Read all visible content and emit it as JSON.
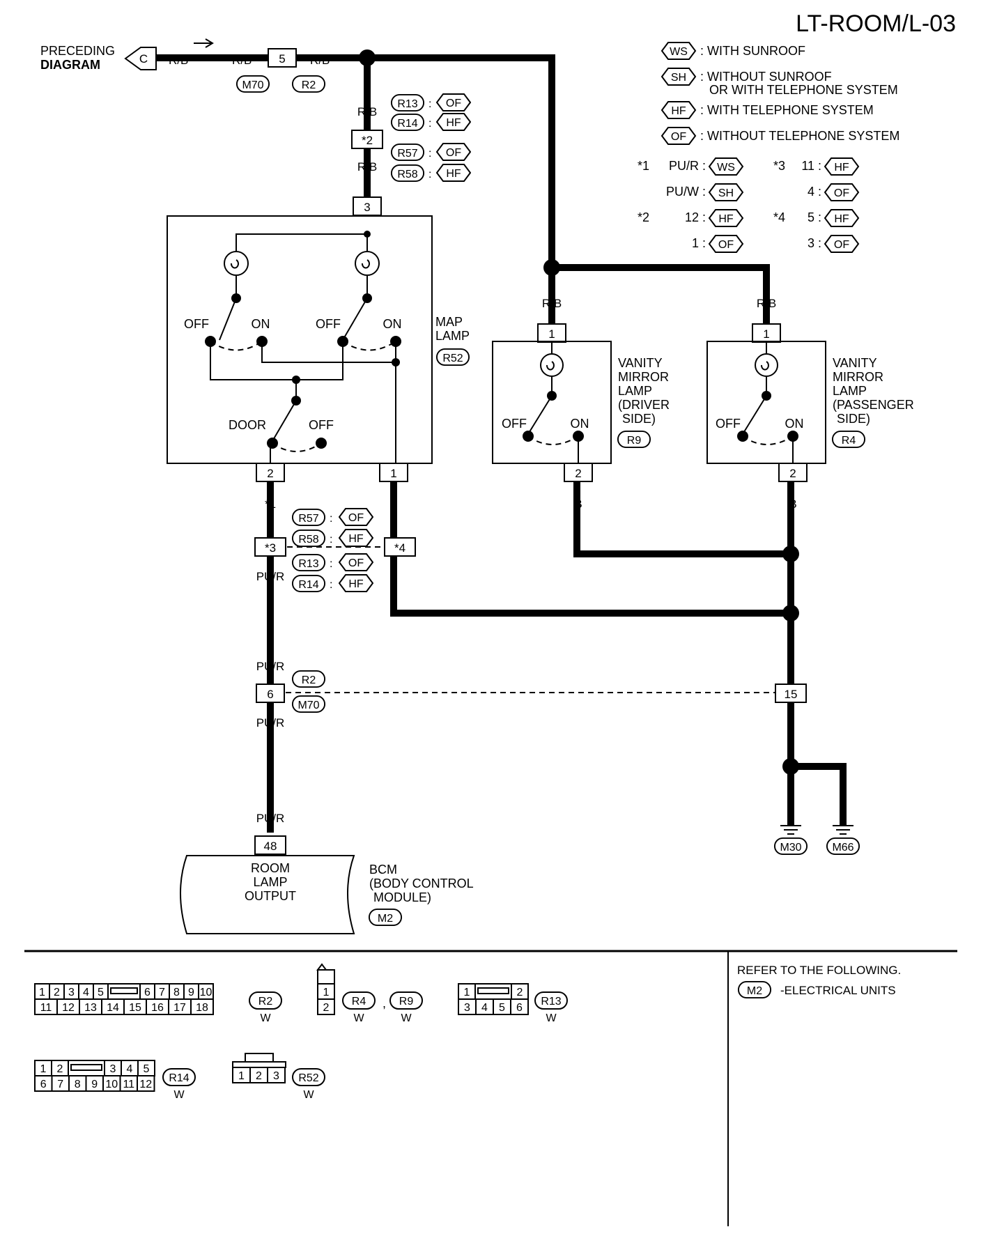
{
  "header": {
    "page_id": "LT-ROOM/L-03"
  },
  "legend": {
    "items": [
      {
        "code": "WS",
        "text": ": WITH SUNROOF"
      },
      {
        "code": "SH",
        "text": ": WITHOUT SUNROOF"
      },
      {
        "code": "HF",
        "text": ": WITH TELEPHONE SYSTEM"
      },
      {
        "code": "OF",
        "text": ": WITHOUT TELEPHONE SYSTEM"
      }
    ],
    "sh_line2": "OR WITH TELEPHONE SYSTEM",
    "notes": [
      {
        "mark": "*1",
        "value": "PU/R :",
        "code": "WS"
      },
      {
        "mark": "",
        "value": "PU/W :",
        "code": "SH"
      },
      {
        "mark": "*2",
        "value": "12 :",
        "code": "HF"
      },
      {
        "mark": "",
        "value": "1 :",
        "code": "OF"
      },
      {
        "mark": "*3",
        "value": "11 :",
        "code": "HF"
      },
      {
        "mark": "",
        "value": "4 :",
        "code": "OF"
      },
      {
        "mark": "*4",
        "value": "5 :",
        "code": "HF"
      },
      {
        "mark": "",
        "value": "3 :",
        "code": "OF"
      }
    ]
  },
  "preceding": {
    "line1": "PRECEDING",
    "line2": "DIAGRAM",
    "connector": "C"
  },
  "wires": {
    "rb": "R/B",
    "b": "B",
    "pur": "PU/R"
  },
  "star_marks": {
    "s1": "*1",
    "s2": "*2",
    "s3": "*3",
    "s4": "*4"
  },
  "pins": {
    "m70_5": "5",
    "map_3": "3",
    "map_2": "2",
    "map_1": "1",
    "vd_1": "1",
    "vd_2": "2",
    "vp_1": "1",
    "vp_2": "2",
    "j6": "6",
    "j15": "15",
    "bcm_48": "48"
  },
  "tags": {
    "m70": "M70",
    "r2": "R2",
    "r13": "R13",
    "r14": "R14",
    "r57": "R57",
    "r58": "R58",
    "r52": "R52",
    "r9": "R9",
    "r4": "R4",
    "m30": "M30",
    "m66": "M66",
    "m2": "M2",
    "of": "OF",
    "hf": "HF",
    "colon": ":"
  },
  "switch_labels": {
    "off": "OFF",
    "on": "ON",
    "door": "DOOR"
  },
  "components": {
    "map_lamp": [
      "MAP",
      "LAMP"
    ],
    "vanity_driver": [
      "VANITY",
      "MIRROR",
      "LAMP",
      "(DRIVER",
      "SIDE)"
    ],
    "vanity_passenger": [
      "VANITY",
      "MIRROR",
      "LAMP",
      "(PASSENGER",
      "SIDE)"
    ],
    "bcm_inner": [
      "ROOM",
      "LAMP",
      "OUTPUT"
    ],
    "bcm_side": [
      "BCM",
      "(BODY CONTROL",
      "MODULE)"
    ]
  },
  "connector_views": {
    "r2": {
      "row1": [
        "1",
        "2",
        "3",
        "4",
        "5",
        "6",
        "7",
        "8",
        "9",
        "10"
      ],
      "row2": [
        "11",
        "12",
        "13",
        "14",
        "15",
        "16",
        "17",
        "18"
      ],
      "tag": "R2",
      "color": "W"
    },
    "r4_r9": {
      "pins": [
        "1",
        "2"
      ],
      "tag1": "R4",
      "sep": ",",
      "tag2": "R9",
      "color1": "W",
      "color2": "W"
    },
    "r13": {
      "row1": [
        "1",
        "2"
      ],
      "row2": [
        "3",
        "4",
        "5",
        "6"
      ],
      "tag": "R13",
      "color": "W"
    },
    "r14": {
      "row1": [
        "1",
        "2",
        "3",
        "4",
        "5"
      ],
      "row2": [
        "6",
        "7",
        "8",
        "9",
        "10",
        "11",
        "12"
      ],
      "tag": "R14",
      "color": "W"
    },
    "r52": {
      "pins": [
        "1",
        "2",
        "3"
      ],
      "tag": "R52",
      "color": "W"
    }
  },
  "refer": {
    "title": "REFER TO THE FOLLOWING.",
    "tag": "M2",
    "text": "-ELECTRICAL UNITS"
  }
}
